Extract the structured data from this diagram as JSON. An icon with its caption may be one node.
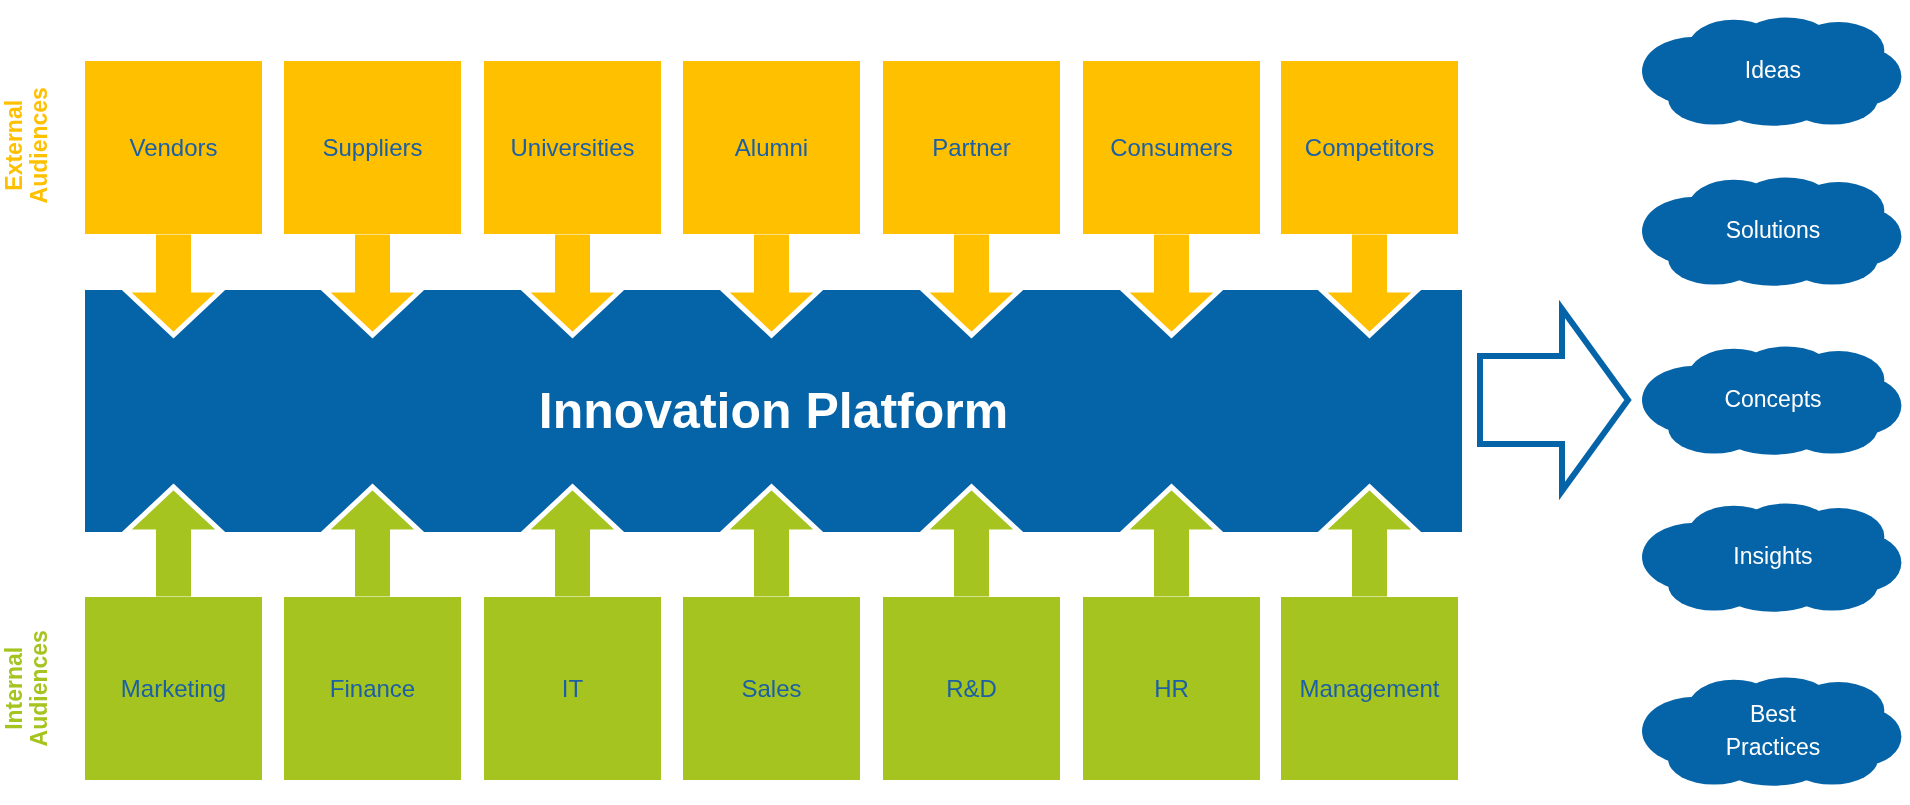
{
  "diagram": {
    "nodes": [
      {
        "text": [
          "Vendors"
        ]
      },
      {
        "text": [
          "Suppliers"
        ]
      },
      {
        "text": [
          "Universities"
        ]
      },
      {
        "text": [
          "Alumni"
        ]
      },
      {
        "text": [
          "Partner"
        ]
      },
      {
        "text": [
          "Consumers"
        ]
      },
      {
        "text": [
          "Competitors"
        ]
      },
      {
        "text": [
          "Innovation Platform"
        ]
      },
      {
        "text": [
          "Marketing"
        ]
      },
      {
        "text": [
          "Finance"
        ]
      },
      {
        "text": [
          "IT"
        ]
      },
      {
        "text": [
          "Sales"
        ]
      },
      {
        "text": [
          "R&D"
        ]
      },
      {
        "text": [
          "HR"
        ]
      },
      {
        "text": [
          "Management"
        ]
      },
      {
        "text": [
          "Ideas"
        ]
      },
      {
        "text": [
          "Solutions"
        ]
      },
      {
        "text": [
          "Concepts"
        ]
      },
      {
        "text": [
          "Insights"
        ]
      },
      {
        "text": [
          "Best Practices"
        ]
      }
    ],
    "edges": [
      {
        "from": 0,
        "to": 7,
        "arrow": "to",
        "color": "#ffc000"
      },
      {
        "from": 1,
        "to": 7,
        "arrow": "to",
        "color": "#ffc000"
      },
      {
        "from": 2,
        "to": 7,
        "arrow": "to",
        "color": "#ffc000"
      },
      {
        "from": 3,
        "to": 7,
        "arrow": "to",
        "color": "#ffc000"
      },
      {
        "from": 4,
        "to": 7,
        "arrow": "to",
        "color": "#ffc000"
      },
      {
        "from": 5,
        "to": 7,
        "arrow": "to",
        "color": "#ffc000"
      },
      {
        "from": 6,
        "to": 7,
        "arrow": "to",
        "color": "#ffc000"
      },
      {
        "from": 8,
        "to": 7,
        "arrow": "to",
        "color": "#a5c41f"
      },
      {
        "from": 9,
        "to": 7,
        "arrow": "to",
        "color": "#a5c41f"
      },
      {
        "from": 10,
        "to": 7,
        "arrow": "to",
        "color": "#a5c41f"
      },
      {
        "from": 11,
        "to": 7,
        "arrow": "to",
        "color": "#a5c41f"
      },
      {
        "from": 12,
        "to": 7,
        "arrow": "to",
        "color": "#a5c41f"
      },
      {
        "from": 13,
        "to": 7,
        "arrow": "to",
        "color": "#a5c41f"
      },
      {
        "from": 14,
        "to": 7,
        "arrow": "to",
        "color": "#a5c41f"
      },
      {
        "from": 7,
        "to": 17,
        "arrow": "to",
        "color": "#0563a8"
      }
    ],
    "labels": [
      "External Audiences",
      "Internal Audiences"
    ]
  }
}
